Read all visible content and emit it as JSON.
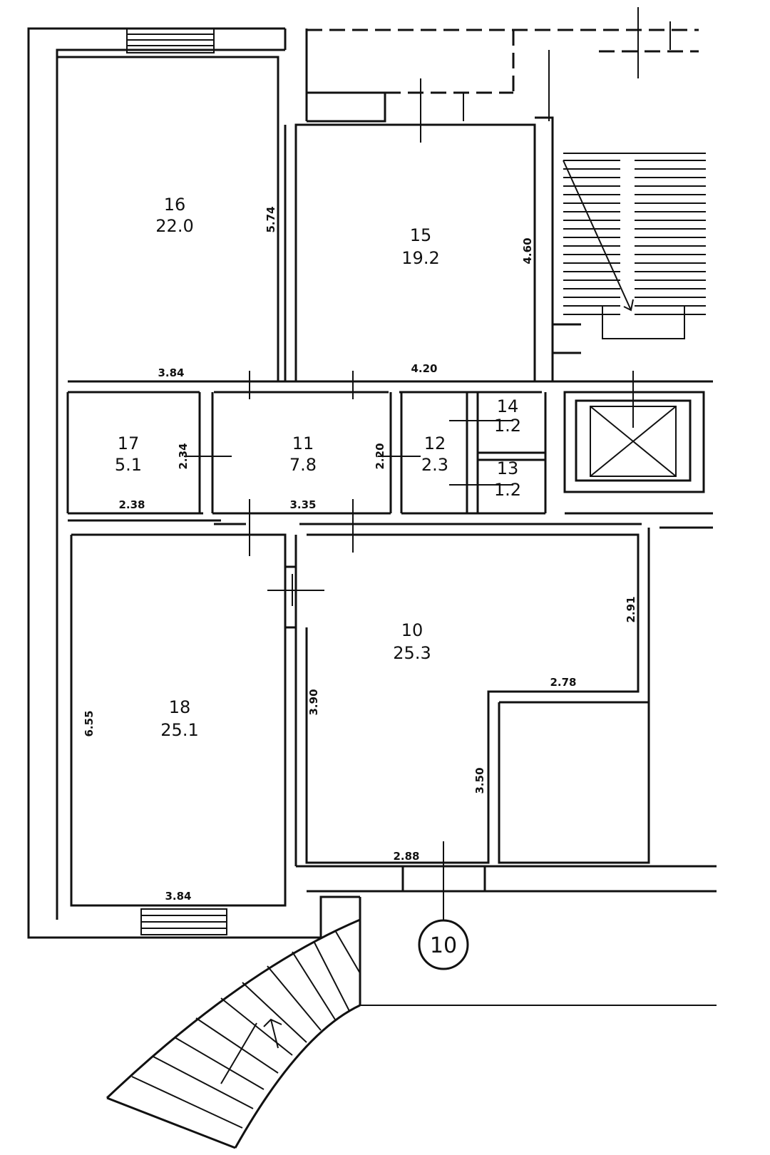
{
  "rooms": {
    "r16": {
      "number": "16",
      "area": "22.0"
    },
    "r15": {
      "number": "15",
      "area": "19.2"
    },
    "r17": {
      "number": "17",
      "area": "5.1"
    },
    "r11": {
      "number": "11",
      "area": "7.8"
    },
    "r12": {
      "number": "12",
      "area": "2.3"
    },
    "r14": {
      "number": "14",
      "area": "1.2"
    },
    "r13": {
      "number": "13",
      "area": "1.2"
    },
    "r10": {
      "number": "10",
      "area": "25.3"
    },
    "r18": {
      "number": "18",
      "area": "25.1"
    }
  },
  "dimensions": {
    "d_16_height": "5.74",
    "d_16_width": "3.84",
    "d_15_height": "4.60",
    "d_15_width": "4.20",
    "d_17_height": "2.34",
    "d_17_width": "2.38",
    "d_11_height": "2.20",
    "d_11_width": "3.35",
    "d_10_height": "2.91",
    "d_10_width_top": "2.78",
    "d_10_height_left": "3.90",
    "d_10_inner": "3.50",
    "d_10_width_bottom": "2.88",
    "d_18_height": "6.55",
    "d_18_width": "3.84"
  },
  "axis_marker": "10"
}
